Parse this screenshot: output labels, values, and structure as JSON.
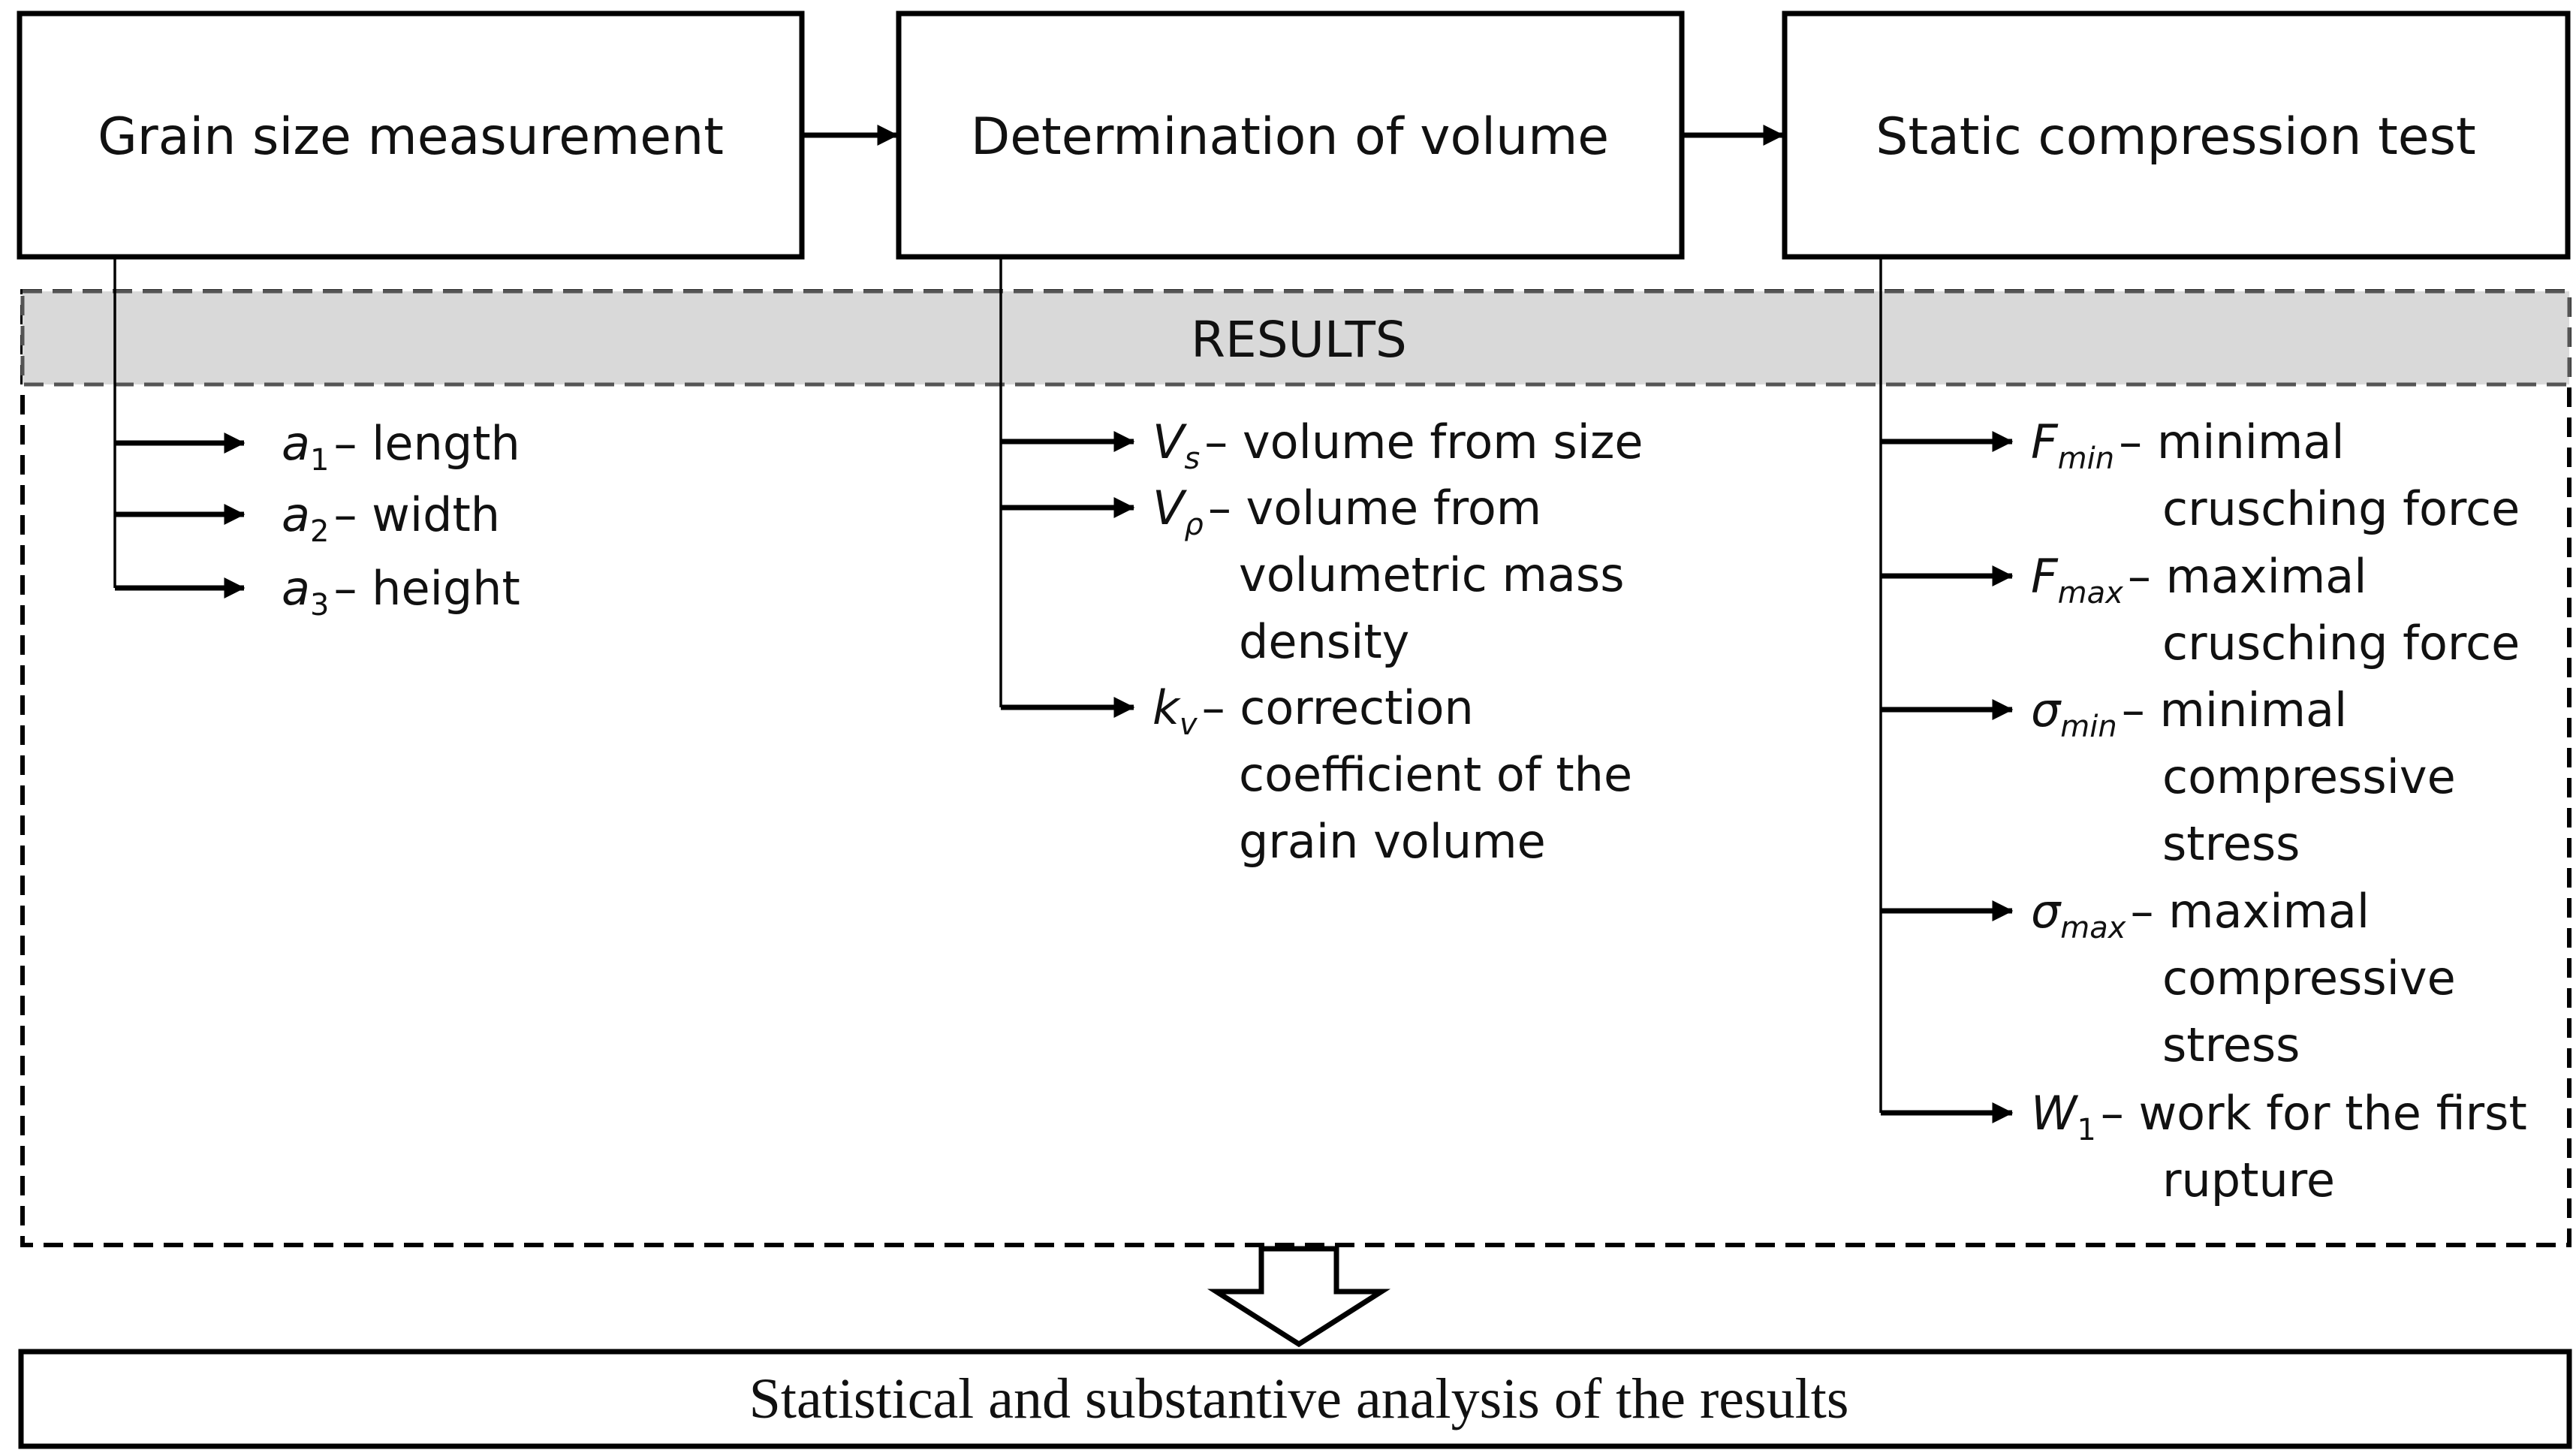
{
  "steps": [
    {
      "label": "Grain size measurement"
    },
    {
      "label": "Determination of volume"
    },
    {
      "label": "Static compression test"
    }
  ],
  "results": {
    "label": "RESULTS",
    "columns": [
      {
        "items": [
          {
            "sym": "a",
            "sub": "1",
            "lines": [
              "– length"
            ]
          },
          {
            "sym": "a",
            "sub": "2",
            "lines": [
              "– width"
            ]
          },
          {
            "sym": "a",
            "sub": "3",
            "lines": [
              "– height"
            ]
          }
        ]
      },
      {
        "items": [
          {
            "sym": "V",
            "sub": "s",
            "lines": [
              "– volume from size"
            ]
          },
          {
            "sym": "V",
            "sub": "ρ",
            "lines": [
              "– volume from",
              "volumetric mass",
              "density"
            ]
          },
          {
            "sym": "k",
            "sub": "v",
            "lines": [
              "– correction",
              "coefficient of the",
              "grain volume"
            ]
          }
        ]
      },
      {
        "items": [
          {
            "sym": "F",
            "sub": "min",
            "lines": [
              "– minimal",
              "crusching force"
            ]
          },
          {
            "sym": "F",
            "sub": "max",
            "lines": [
              "– maximal",
              "crusching force"
            ]
          },
          {
            "sym": "σ",
            "sub": "min",
            "lines": [
              "– minimal",
              "compressive",
              "stress"
            ]
          },
          {
            "sym": "σ",
            "sub": "max",
            "lines": [
              "– maximal",
              "compressive",
              "stress"
            ]
          },
          {
            "sym": "W",
            "sub": "1",
            "lines": [
              "– work for the first",
              "rupture"
            ]
          }
        ]
      }
    ]
  },
  "analysis": {
    "label": "Statistical and substantive analysis of the results"
  },
  "colors": {
    "line": "#000000",
    "results_band": "#d9d9d9",
    "background": "#ffffff"
  }
}
